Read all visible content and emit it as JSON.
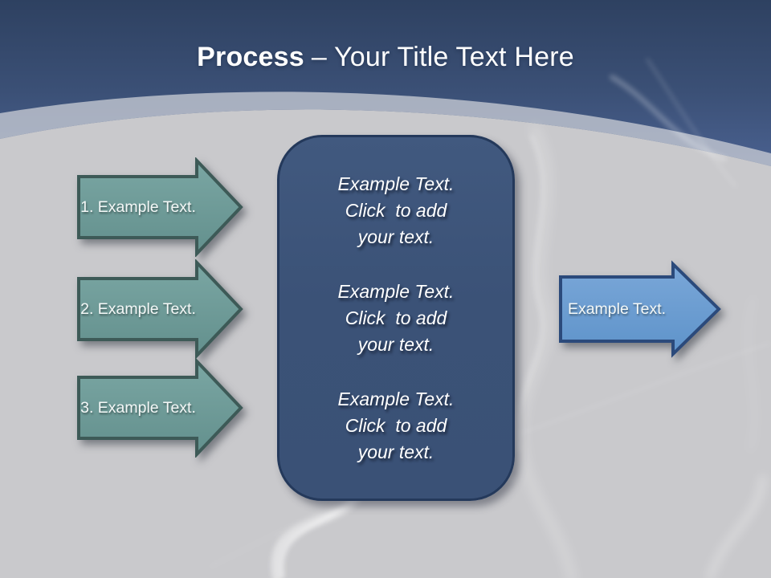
{
  "slide": {
    "header": {
      "title_bold": "Process",
      "title_regular": "– Your Title Text Here"
    },
    "step_arrows": [
      {
        "label": "1. Example Text."
      },
      {
        "label": "2. Example Text."
      },
      {
        "label": "3. Example Text."
      }
    ],
    "center_panel": {
      "paragraphs": [
        {
          "lines": [
            "Example Text.",
            "Click  to add",
            "your text."
          ]
        },
        {
          "lines": [
            "Example Text.",
            "Click  to add",
            "your text."
          ]
        },
        {
          "lines": [
            "Example Text.",
            "Click  to add",
            "your text."
          ]
        }
      ]
    },
    "output_arrow": {
      "label": "Example Text."
    },
    "colors": {
      "header_gradient_top": "#2E4161",
      "header_gradient_bottom": "#4A6190",
      "body_background": "#C9C9CC",
      "arc_band": "#C2C7D2",
      "step_arrow_fill": "#6F9C99",
      "step_arrow_border": "#3D5A57",
      "panel_fill": "#3B5277",
      "panel_border": "#24395B",
      "output_arrow_fill": "#6B9BD2",
      "output_arrow_border": "#2B4A7B",
      "text": "#FFFFFF"
    }
  }
}
